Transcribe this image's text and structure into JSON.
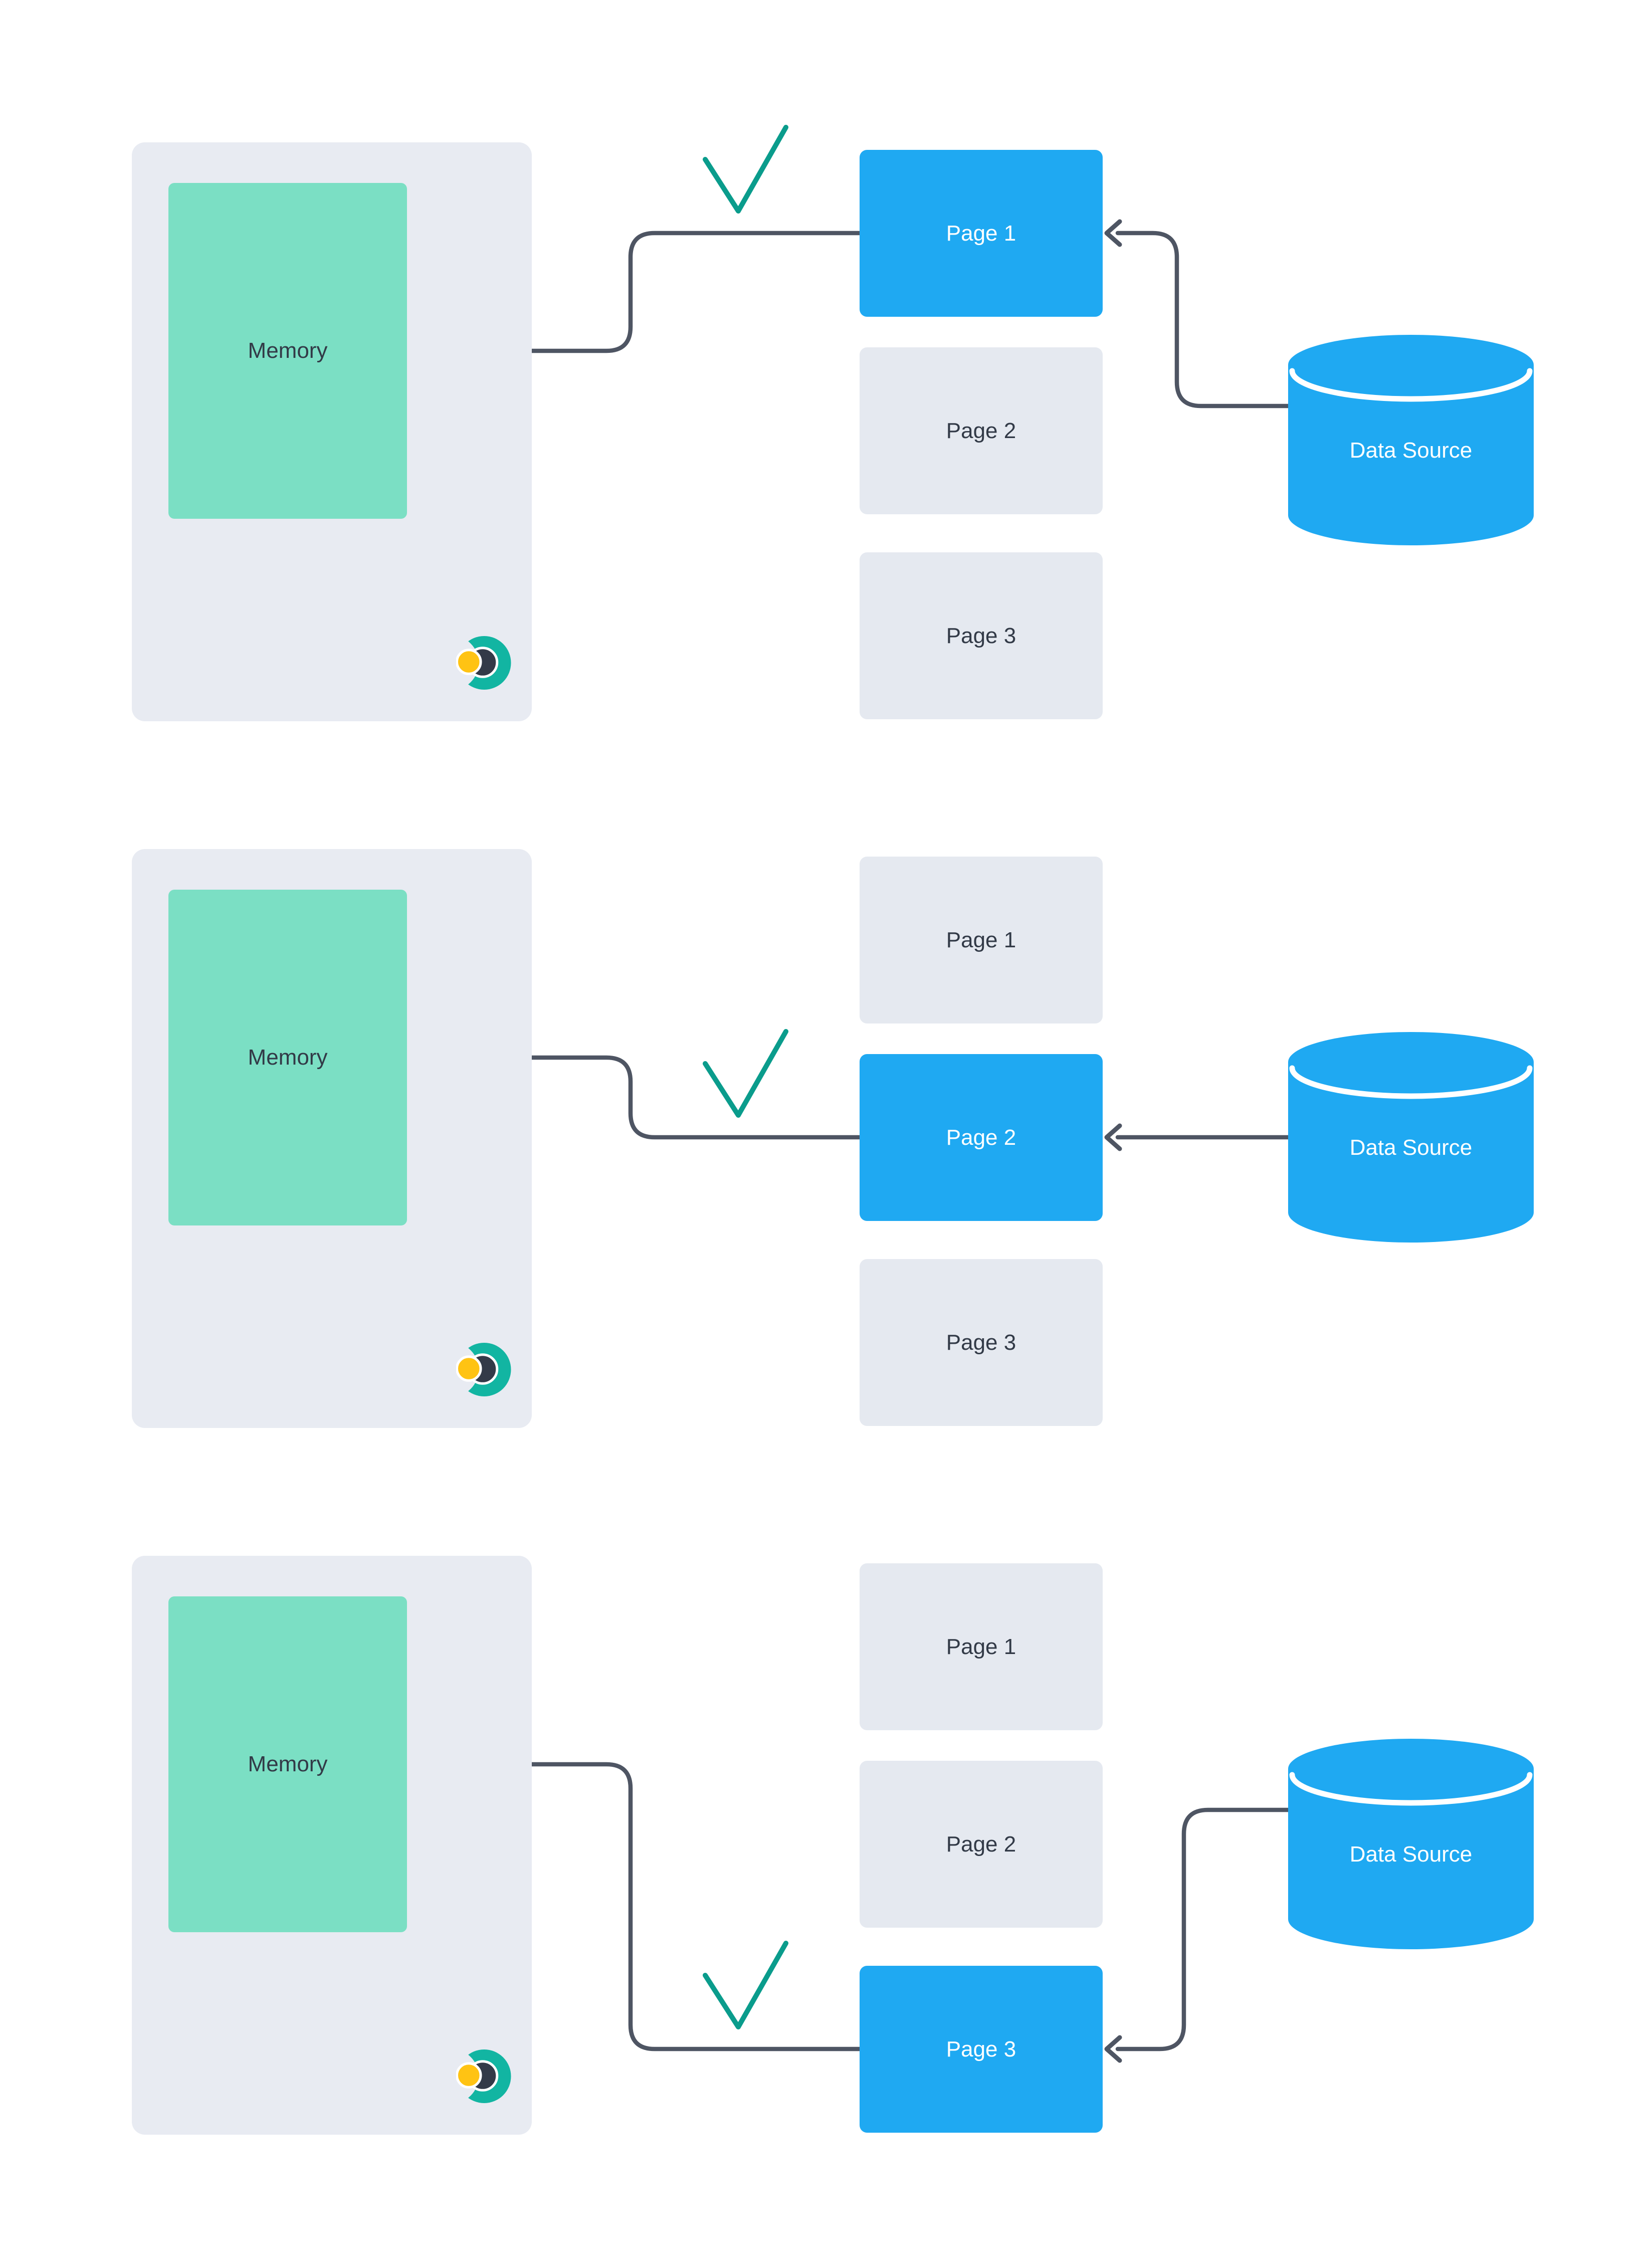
{
  "colors": {
    "background": "#ffffff",
    "panel_bg": "#e8ebf2",
    "page_bg": "#e5e9f0",
    "active_blue": "#1fa9f2",
    "memory_teal": "#7bdfc4",
    "arrow_gray": "#4e5563",
    "check_teal": "#0a9c8c",
    "text_dark": "#323a47",
    "text_light": "#ffffff",
    "logo_teal": "#12b5a2",
    "logo_navy": "#333a48",
    "logo_yellow": "#ffc313"
  },
  "icons": {
    "logo": "algodaily-logo-icon",
    "data_source": "database-cylinder-icon",
    "annotation": "checkmark-icon",
    "connector": "left-arrow-icon"
  },
  "diagram": {
    "panels": [
      {
        "memory": {
          "label": "Memory"
        },
        "pages": [
          {
            "label": "Page 1",
            "active": true
          },
          {
            "label": "Page 2",
            "active": false
          },
          {
            "label": "Page 3",
            "active": false
          }
        ],
        "data_source": {
          "label": "Data Source"
        }
      },
      {
        "memory": {
          "label": "Memory"
        },
        "pages": [
          {
            "label": "Page 1",
            "active": false
          },
          {
            "label": "Page 2",
            "active": true
          },
          {
            "label": "Page 3",
            "active": false
          }
        ],
        "data_source": {
          "label": "Data Source"
        }
      },
      {
        "memory": {
          "label": "Memory"
        },
        "pages": [
          {
            "label": "Page 1",
            "active": false
          },
          {
            "label": "Page 2",
            "active": false
          },
          {
            "label": "Page 3",
            "active": true
          }
        ],
        "data_source": {
          "label": "Data Source"
        }
      }
    ]
  }
}
